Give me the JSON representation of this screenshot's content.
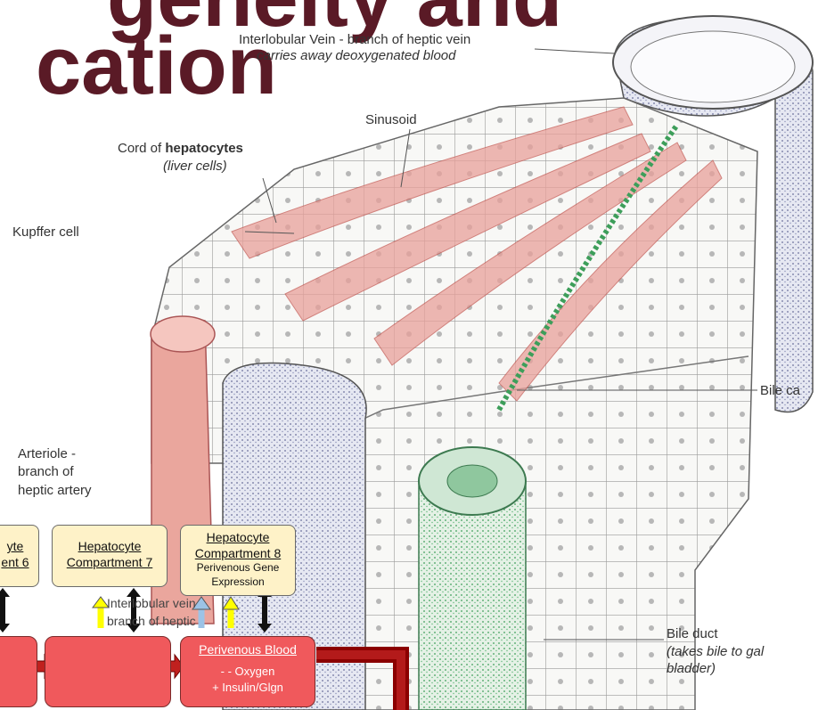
{
  "title": {
    "line1": "genelty and",
    "line2": "cation"
  },
  "labels": {
    "vein_line1": "Interlobular Vein - branch of heptic vein",
    "vein_line2": "carries away deoxygenated blood",
    "sinusoid": "Sinusoid",
    "cord_prefix": "Cord of ",
    "cord_bold": "hepatocytes",
    "cord_sub": "(liver cells)",
    "kupffer": "Kupffer cell",
    "bile_canal": "Bile ca",
    "arteriole_1": "Arteriole -",
    "arteriole_2": "branch of",
    "arteriole_3": "heptic artery",
    "bile_duct_1": "Bile duct",
    "bile_duct_2": "(takes bile to gal",
    "bile_duct_3": "bladder)",
    "portal_1": "Interlobular vein",
    "portal_2": "branch of heptic"
  },
  "compartments": {
    "c6_line1": "yte",
    "c6_line2": "ent 6",
    "c7_line1": "Hepatocyte",
    "c7_line2": "Compartment 7",
    "c8_line1": "Hepatocyte",
    "c8_line2": "Compartment 8",
    "c8_line3": "Perivenous Gene",
    "c8_line4": "Expression"
  },
  "blood": {
    "title": "Perivenous Blood",
    "line1": "- - Oxygen",
    "line2": "+ Insulin/Glgn"
  },
  "colors": {
    "title": "#5a1a26",
    "compartment_fill": "#fef2c8",
    "blood_fill": "#f0595c",
    "arrow_dark": "#8b0000",
    "arrow_blue": "#9cc3e6",
    "arrow_yellow": "#ffff00",
    "bile": "#3d9e5a"
  }
}
